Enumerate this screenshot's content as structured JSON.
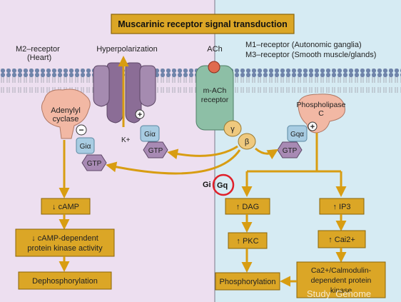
{
  "title": "Muscarinic receptor signal transduction",
  "left": {
    "receptor_line1": "M2–receptor",
    "receptor_line2": "(Heart)",
    "hyperpolarization": "Hyperpolarization",
    "adenylyl_line1": "Adenylyl",
    "adenylyl_line2": "cyclase",
    "minus_sign": "−",
    "plus_sign": "+",
    "k_label": "K+",
    "gia_left": "Giα",
    "gia_center": "Giα",
    "gtp_left": "GTP",
    "gtp_center": "GTP",
    "camp": "↓ cAMP",
    "pka_line1": "↓ cAMP-dependent",
    "pka_line2": "protein kinase activity",
    "dephos": "Dephosphorylation"
  },
  "center": {
    "ach": "ACh",
    "receptor_line1": "m-ACh",
    "receptor_line2": "receptor",
    "gamma": "γ",
    "beta": "β",
    "gi_label": "Gi",
    "gq_label": "Gq"
  },
  "right": {
    "receptor_line1": "M1–receptor (Autonomic ganglia)",
    "receptor_line2": "M3–receptor (Smooth muscle/glands)",
    "plc_line1": "Phospholipase",
    "plc_line2": "C",
    "plus_sign": "+",
    "gqa": "Gqα",
    "gtp": "GTP",
    "dag": "↑ DAG",
    "ip3": "↑ IP3",
    "pkc": "↑ PKC",
    "ca": "↑ Cai2+",
    "phos": "Phosphorylation",
    "cam_line1": "Ca2+/Calmodulin-",
    "cam_line2": "dependent protein",
    "cam_line3": "kinase"
  },
  "watermark": "Study_Genome",
  "colors": {
    "left_bg": "#eddff0",
    "right_bg": "#d6ebf3",
    "box_fill": "#dba626",
    "box_border": "#8a6408",
    "arrow": "#d89d12",
    "gtp_fill": "#a88ab4",
    "galpha_fill": "#a8cce2",
    "receptor_fill": "#8dbfa6",
    "channel_fill": "#8b6d96",
    "enzyme_fill": "#f2b8a4",
    "highlight": "#e0202a"
  }
}
